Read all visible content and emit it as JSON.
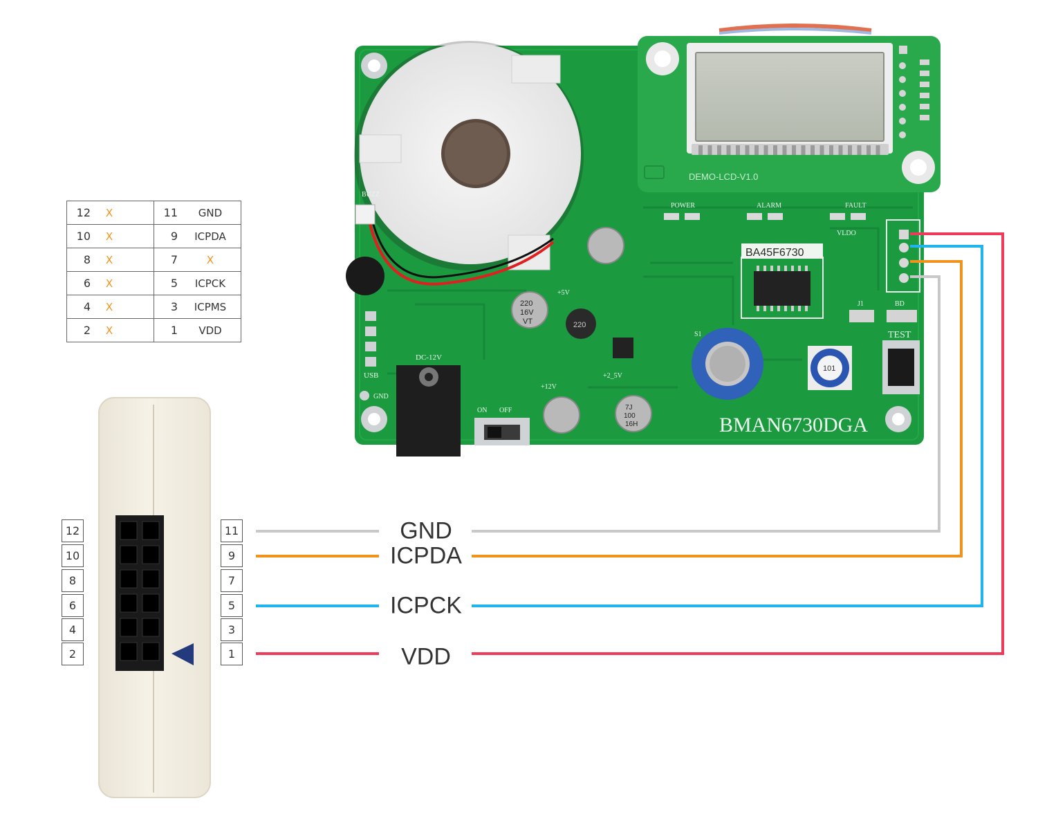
{
  "pin_table": {
    "rows": [
      {
        "left_num": "12",
        "left_sig": "X",
        "right_num": "11",
        "right_sig": "GND"
      },
      {
        "left_num": "10",
        "left_sig": "X",
        "right_num": "9",
        "right_sig": "ICPDA"
      },
      {
        "left_num": "8",
        "left_sig": "X",
        "right_num": "7",
        "right_sig": "X"
      },
      {
        "left_num": "6",
        "left_sig": "X",
        "right_num": "5",
        "right_sig": "ICPCK"
      },
      {
        "left_num": "4",
        "left_sig": "X",
        "right_num": "3",
        "right_sig": "ICPMS"
      },
      {
        "left_num": "2",
        "left_sig": "X",
        "right_num": "1",
        "right_sig": "VDD"
      }
    ]
  },
  "header_pins": {
    "left": [
      "12",
      "10",
      "8",
      "6",
      "4",
      "2"
    ],
    "right": [
      "11",
      "9",
      "7",
      "5",
      "3",
      "1"
    ]
  },
  "wires": {
    "gnd": {
      "label": "GND",
      "color": "#c8c8c8"
    },
    "icpda": {
      "label": "ICPDA",
      "color": "#f0931e"
    },
    "icpck": {
      "label": "ICPCK",
      "color": "#1fb5ec"
    },
    "vdd": {
      "label": "VDD",
      "color": "#f03a5a"
    }
  },
  "board": {
    "name": "BMAN6730DGA",
    "chip": "BA45F6730",
    "lcd_label": "DEMO-LCD-V1.0",
    "silkscreen": {
      "power": "POWER",
      "alarm": "ALARM",
      "fault": "FAULT",
      "test": "TEST",
      "dc": "DC-12V",
      "usb": "USB",
      "gnd": "GND",
      "buzz": "BUZZ",
      "on": "ON",
      "off": "OFF",
      "plus5v": "+5V",
      "plus12v": "+12V",
      "plus25v": "+2_5V",
      "vldo": "VLDO",
      "s1": "S1",
      "j1": "J1",
      "bd": "BD",
      "cap1_a": "220",
      "cap1_b": "16V",
      "cap1_c": "VT",
      "cap2_a": "7J",
      "cap2_b": "100",
      "cap2_c": "16H",
      "ind": "220",
      "pot": "101"
    }
  }
}
